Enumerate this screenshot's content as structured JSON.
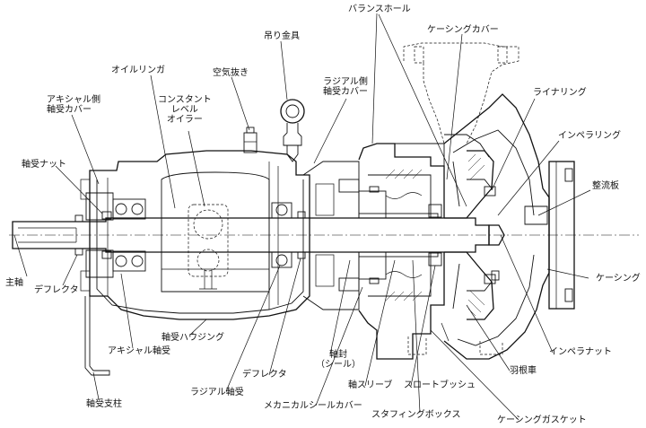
{
  "labels": {
    "main_shaft": "主軸",
    "deflector_left": "デフレクタ",
    "bearing_nut": "軸受ナット",
    "axial_bearing_cover": "アキシャル側\n軸受カバー",
    "oil_ring": "オイルリンガ",
    "constant_level_oiler": "コンスタント\nレベル\nオイラー",
    "air_vent": "空気抜き",
    "lifting_eye": "吊り金具",
    "radial_bearing_cover": "ラジアル側\n軸受カバー",
    "balance_hole": "バランスホール",
    "casing_cover": "ケーシングカバー",
    "liner_ring": "ライナリング",
    "impeller_ring": "インペラリング",
    "guide_plate": "整流板",
    "casing": "ケーシング",
    "impeller_nut": "インペラナット",
    "impeller": "羽根車",
    "casing_gasket": "ケーシングガスケット",
    "stuffing_box": "スタフィングボックス",
    "throat_bush": "スロートブッシュ",
    "shaft_sleeve": "軸スリーブ",
    "shaft_seal": "軸封\n（シール）",
    "mech_seal_cover": "メカニカルシールカバー",
    "deflector_right": "デフレクタ",
    "radial_bearing": "ラジアル軸受",
    "bearing_housing": "軸受ハウジング",
    "axial_bearing": "アキシャル軸受",
    "bearing_support": "軸受支柱"
  }
}
